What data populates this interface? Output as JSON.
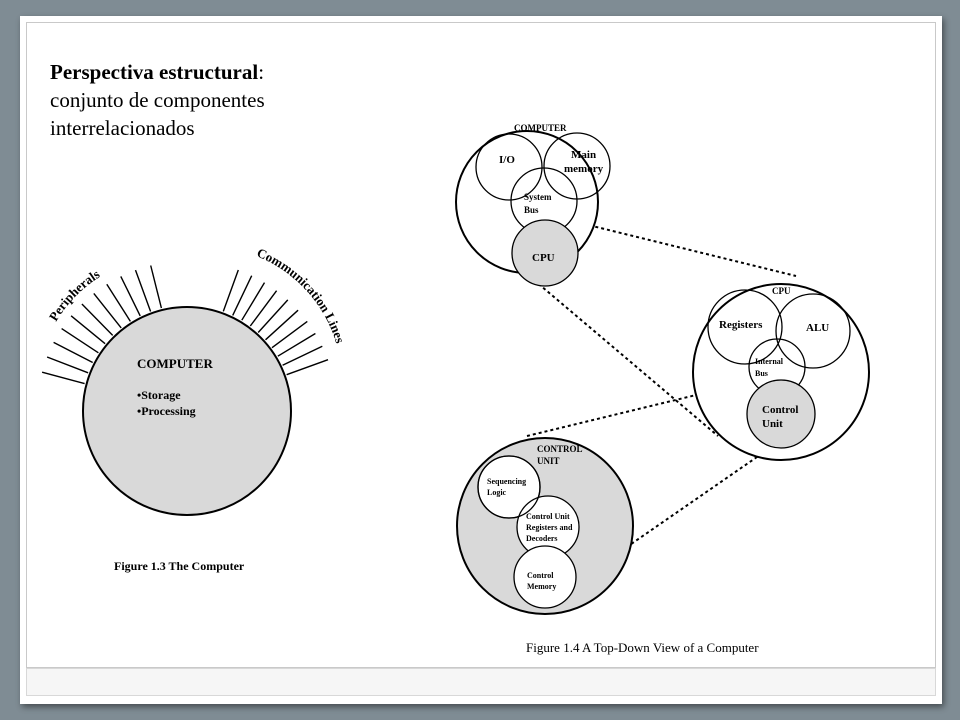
{
  "heading": {
    "title_bold": "Perspectiva estructural",
    "colon": ":",
    "line2": "conjunto de componentes",
    "line3": "interrelacionados"
  },
  "fig13": {
    "peripherals_label": "Peripherals",
    "comm_label": "Communication Lines",
    "computer_title": "COMPUTER",
    "items": [
      "•Storage",
      "•Processing"
    ],
    "caption": "Figure 1.3  The Computer"
  },
  "fig14": {
    "computer": {
      "title": "COMPUTER",
      "io": "I/O",
      "main_memory": [
        "Main",
        "memory"
      ],
      "system_bus": [
        "System",
        "Bus"
      ],
      "cpu": "CPU"
    },
    "cpu": {
      "title": "CPU",
      "registers": "Registers",
      "alu": "ALU",
      "internal_bus": [
        "Internal",
        "Bus"
      ],
      "control_unit": [
        "Control",
        "Unit"
      ]
    },
    "control_unit": {
      "title": [
        "CONTROL",
        "UNIT"
      ],
      "sequencing": [
        "Sequencing",
        "Logic"
      ],
      "registers_decoders": [
        "Control Unit",
        "Registers and",
        "Decoders"
      ],
      "control_memory": [
        "Control",
        "Memory"
      ]
    },
    "caption": "Figure 1.4  A Top-Down View of a Computer"
  },
  "colors": {
    "gray_fill": "#d9d9d9",
    "background": "#7f8c94"
  }
}
